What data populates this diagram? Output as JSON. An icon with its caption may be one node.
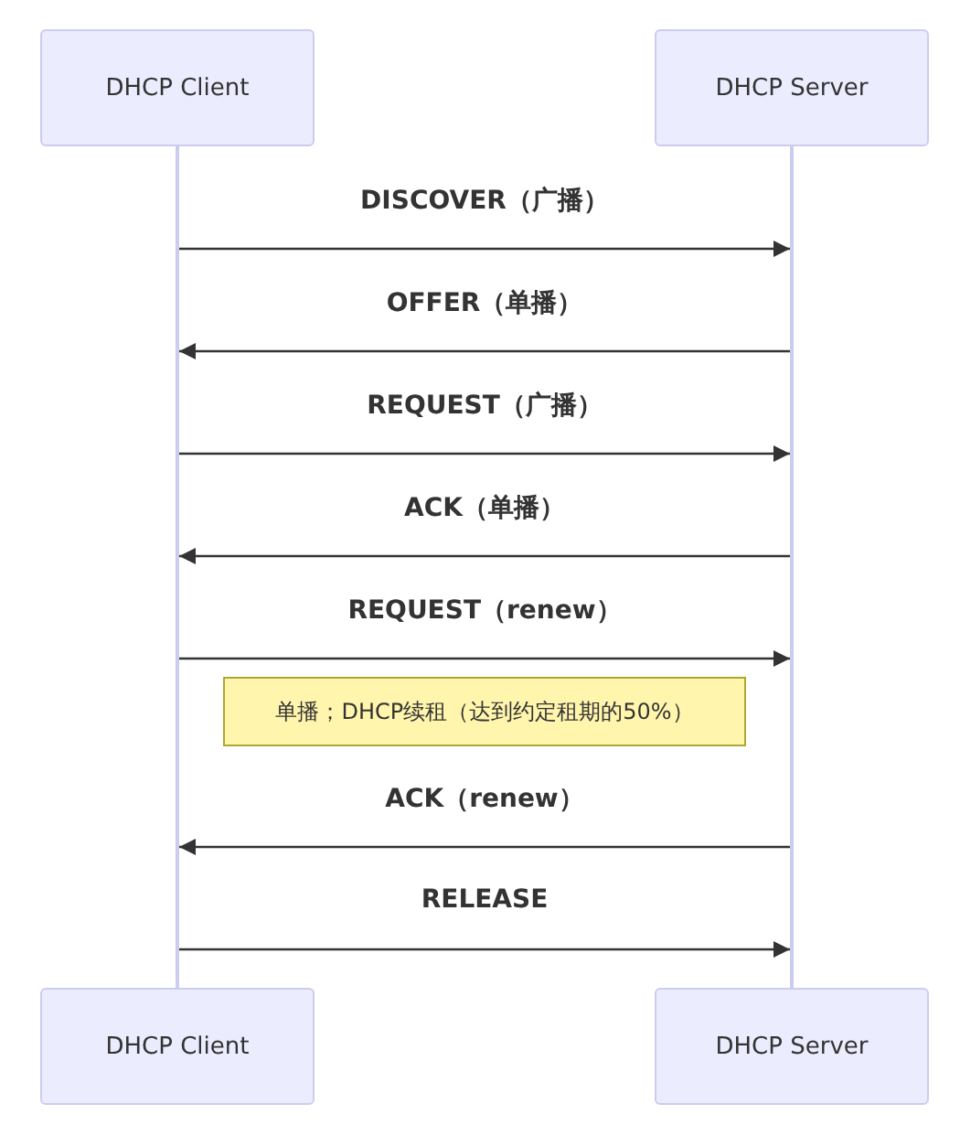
{
  "diagram": {
    "nodes": [
      {
        "text": [
          "DHCP Client"
        ]
      },
      {
        "text": [
          "DHCP Server"
        ]
      },
      {
        "text": [
          "DHCP Client"
        ]
      },
      {
        "text": [
          "DHCP Server"
        ]
      },
      {
        "text": [
          "单播；DHCP续租（达到约定租期的50%）"
        ]
      },
      {
        "text": [],
        "shape": "line"
      },
      {
        "text": [],
        "shape": "line"
      }
    ],
    "edges": [
      {
        "from": 5,
        "to": 6,
        "arrow": "to",
        "label": "DISCOVER（广播）"
      },
      {
        "from": 6,
        "to": 5,
        "arrow": "to",
        "label": "OFFER（单播）"
      },
      {
        "from": 5,
        "to": 6,
        "arrow": "to",
        "label": "REQUEST（广播）"
      },
      {
        "from": 6,
        "to": 5,
        "arrow": "to",
        "label": "ACK（单播）"
      },
      {
        "from": 5,
        "to": 6,
        "arrow": "to",
        "label": "REQUEST（renew）"
      },
      {
        "from": 6,
        "to": 5,
        "arrow": "to",
        "label": "ACK（renew）"
      },
      {
        "from": 5,
        "to": 6,
        "arrow": "to",
        "label": "RELEASE"
      }
    ]
  }
}
